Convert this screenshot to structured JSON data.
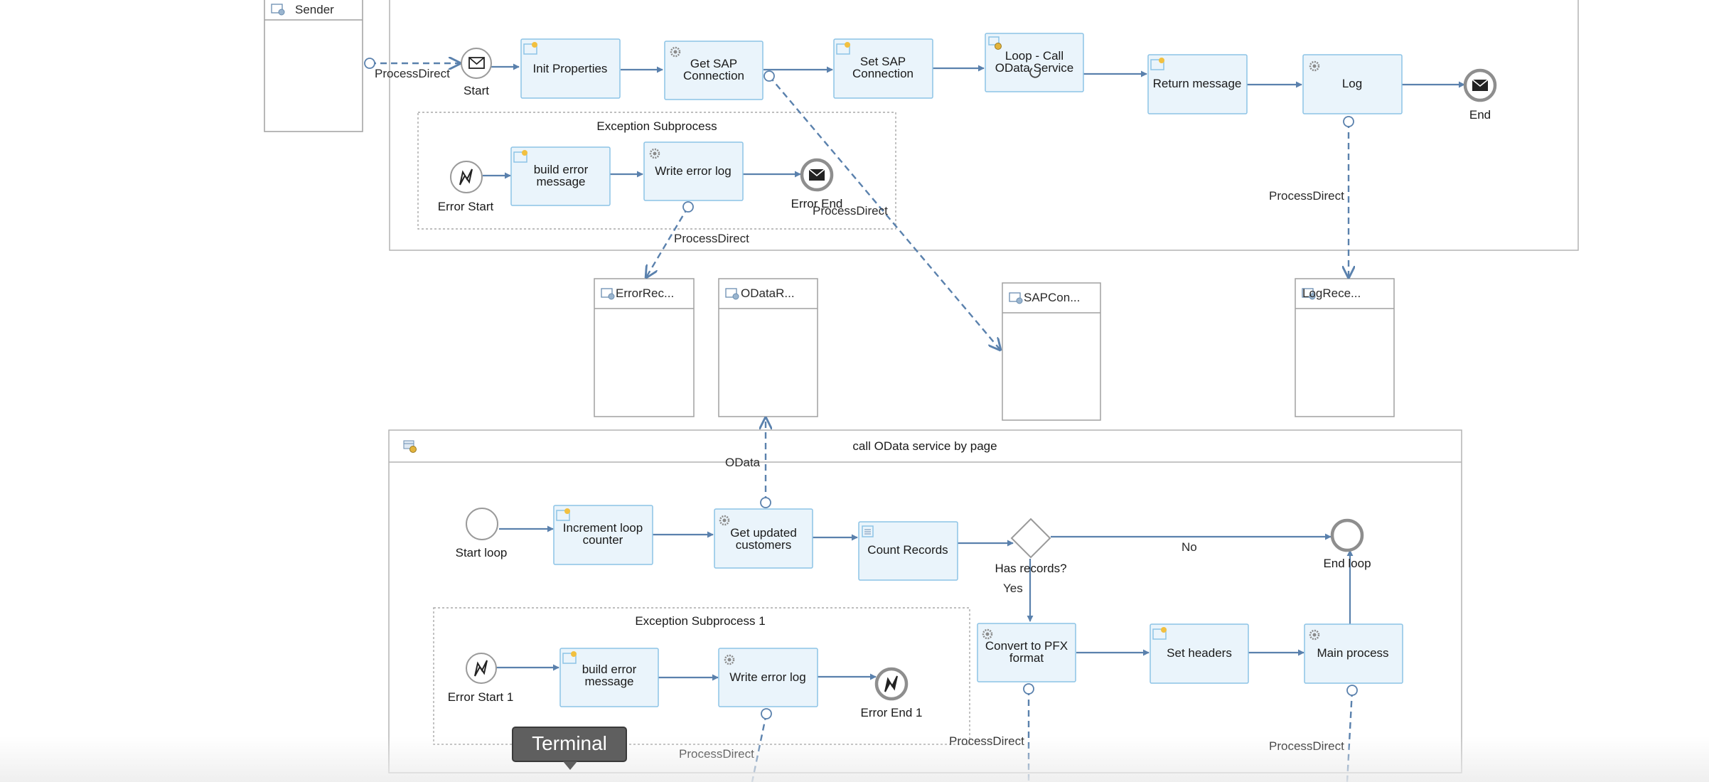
{
  "participants": {
    "sender": "Sender",
    "error_receiver": "ErrorRec...",
    "odata_receiver": "ODataR...",
    "sap_connection": "SAPCon...",
    "log_receiver": "LogRece..."
  },
  "main_process": {
    "events": {
      "start": "Start",
      "end": "End",
      "error_start": "Error Start",
      "error_end": "Error End"
    },
    "tasks": {
      "init_properties": "Init Properties",
      "get_sap_connection": [
        "Get SAP",
        "Connection"
      ],
      "set_sap_connection": [
        "Set SAP",
        "Connection"
      ],
      "loop_call": [
        "Loop - Call",
        "OData Service"
      ],
      "return_message": "Return message",
      "log": "Log",
      "build_error_message": [
        "build error",
        "message"
      ],
      "write_error_log": "Write error log"
    },
    "exception_subprocess_title": "Exception Subprocess"
  },
  "loop_process": {
    "title": "call OData service by page",
    "events": {
      "start_loop": "Start loop",
      "end_loop": "End loop",
      "error_start_1": "Error Start 1",
      "error_end_1": "Error End 1"
    },
    "tasks": {
      "increment_loop_counter": [
        "Increment loop",
        "counter"
      ],
      "get_updated_customers": [
        "Get updated",
        "customers"
      ],
      "count_records": "Count Records",
      "convert_to_pfx": [
        "Convert to PFX",
        "format"
      ],
      "set_headers": "Set headers",
      "main_process": "Main process",
      "build_error_message": [
        "build error",
        "message"
      ],
      "write_error_log": "Write error log"
    },
    "gateway": "Has records?",
    "flows": {
      "no": "No",
      "yes": "Yes"
    },
    "exception_subprocess_title": "Exception Subprocess 1"
  },
  "message_flows": {
    "process_direct": "ProcessDirect",
    "odata": "OData"
  },
  "tooltip": "Terminal",
  "colors": {
    "task_fill": "#eaf4fb",
    "task_border": "#8cc3e6",
    "flow_line": "#5a81ad",
    "tooltip_bg": "#5f5f5f"
  }
}
